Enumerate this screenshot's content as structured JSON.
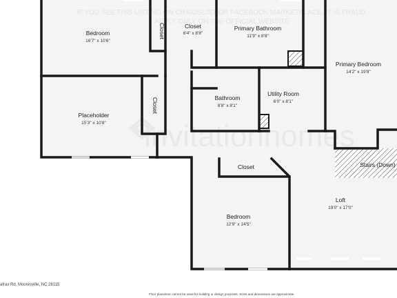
{
  "rooms": [
    {
      "id": "bedroom-1",
      "name": "Bedroom",
      "dims": "16'7\" x 10'6\""
    },
    {
      "id": "closet-1",
      "name": "Closet",
      "dims": ""
    },
    {
      "id": "closet-2",
      "name": "Closet",
      "dims": "6'4\" x 8'8\""
    },
    {
      "id": "primary-bath",
      "name": "Primary Bathroom",
      "dims": "11'9\" x 8'8\""
    },
    {
      "id": "primary-bed",
      "name": "Primary Bedroom",
      "dims": "14'2\" x 19'8\""
    },
    {
      "id": "placeholder",
      "name": "Placeholder",
      "dims": "15'3\" x 10'8\""
    },
    {
      "id": "closet-3",
      "name": "Closet",
      "dims": ""
    },
    {
      "id": "bathroom",
      "name": "Bathroom",
      "dims": "8'8\" x 8'1\""
    },
    {
      "id": "utility",
      "name": "Utility Room",
      "dims": "6'0\" x 8'1\""
    },
    {
      "id": "stairs",
      "name": "Stairs (Down)",
      "dims": ""
    },
    {
      "id": "closet-4",
      "name": "Closet",
      "dims": ""
    },
    {
      "id": "bedroom-2",
      "name": "Bedroom",
      "dims": "12'9\" x 14'5\""
    },
    {
      "id": "loft",
      "name": "Loft",
      "dims": "19'0\" x 17'0\""
    }
  ],
  "watermark": "invitationhomes",
  "top_notice": {
    "line1": "IF YOU SEE THIS LISTING ON CRAIGSLIST OR FACEBOOK MARKETPLACE, IT IS FRAUD.",
    "line2": "APPLY ONLY ON THE OFFICIAL WEBSITE"
  },
  "footer": {
    "address": "afras Rd, Mooresville, NC 28115",
    "disclaimer": "Floor plans/tour cannot be used for building or design purposes. Sizes and dimensions are approximate."
  }
}
